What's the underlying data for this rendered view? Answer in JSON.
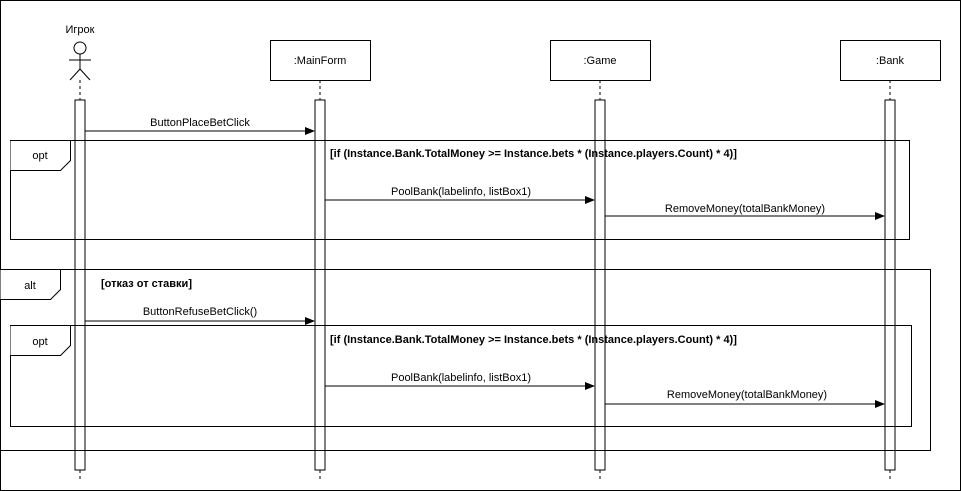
{
  "actor": {
    "label": "Игрок"
  },
  "lifelines": [
    {
      "id": "mainform",
      "label": ":MainForm"
    },
    {
      "id": "game",
      "label": ":Game"
    },
    {
      "id": "bank",
      "label": ":Bank"
    }
  ],
  "messages": [
    {
      "label": "ButtonPlaceBetClick"
    },
    {
      "label": "PoolBank(labelinfo, listBox1)"
    },
    {
      "label": "RemoveMoney(totalBankMoney)"
    },
    {
      "label": "ButtonRefuseBetClick()"
    },
    {
      "label": "PoolBank(labelinfo, listBox1)"
    },
    {
      "label": "RemoveMoney(totalBankMoney)"
    }
  ],
  "fragments": {
    "opt1": {
      "operator": "opt",
      "guard": "[if (Instance.Bank.TotalMoney >= Instance.bets * (Instance.players.Count) * 4)]"
    },
    "alt": {
      "operator": "alt",
      "guard": "[отказ от ставки]"
    },
    "opt2": {
      "operator": "opt",
      "guard": "[if (Instance.Bank.TotalMoney >= Instance.bets * (Instance.players.Count) * 4)]"
    }
  },
  "colors": {
    "line": "#000000",
    "background": "#ffffff"
  }
}
